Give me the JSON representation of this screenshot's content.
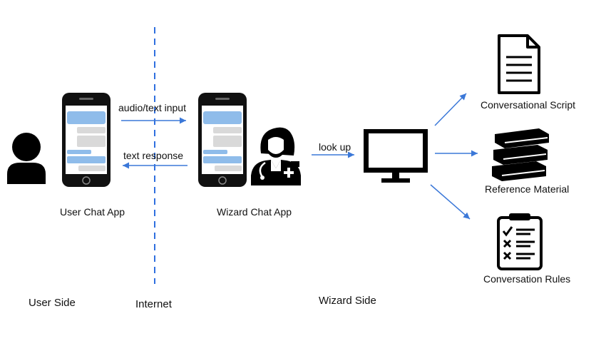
{
  "labels": {
    "audio_text_input": "audio/text input",
    "text_response": "text response",
    "look_up": "look up",
    "user_chat_app": "User Chat App",
    "wizard_chat_app": "Wizard Chat App",
    "conversational_script": "Conversational Script",
    "reference_material": "Reference Material",
    "conversation_rules": "Conversation Rules",
    "user_side": "User Side",
    "internet": "Internet",
    "wizard_side": "Wizard Side"
  },
  "colors": {
    "arrow": "#3b78d8",
    "dashed_line": "#2f6fdf",
    "phone_body": "#111111",
    "bubble_blue": "#8fbcea",
    "bubble_gray": "#d9d9d9",
    "icon": "#000000"
  },
  "icons": [
    "user-icon",
    "phone-icon",
    "doctor-icon",
    "monitor-icon",
    "document-icon",
    "books-icon",
    "clipboard-checklist-icon"
  ]
}
